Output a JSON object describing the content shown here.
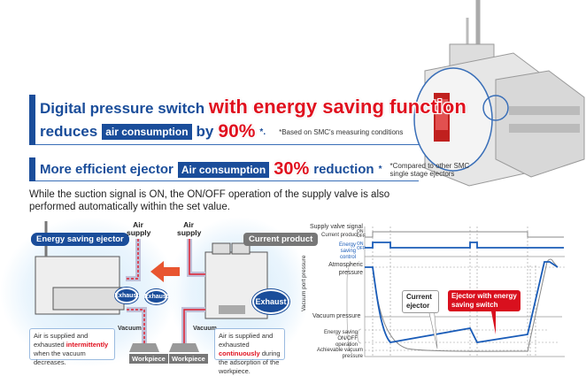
{
  "headline": {
    "line1_prefix": "Digital pressure switch",
    "line1_highlight": "with energy saving function",
    "line2_prefix": "reduces",
    "line2_pill": "air consumption",
    "line2_by": "by",
    "line2_value": "90%",
    "line2_asterisk": "*.",
    "line2_note": "*Based on SMC's measuring conditions"
  },
  "ejector_banner": {
    "prefix": "More efficient ejector",
    "pill": "Air consumption",
    "value": "30%",
    "suffix": "reduction",
    "asterisk": "*",
    "note_line1": "*Compared to other SMC",
    "note_line2": "single stage ejectors"
  },
  "description": "While the suction signal is ON, the ON/OFF operation of the supply valve is also performed automatically within the set value.",
  "diagram": {
    "energy_tag": "Energy saving ejector",
    "current_tag": "Current product",
    "air_supply_left": "Air supply",
    "air_supply_right": "Air supply",
    "exhaust": "Exhaust",
    "vacuum": "Vacuum",
    "workpiece": "Workpiece",
    "energy_note_a": "Air is supplied and exhausted ",
    "energy_note_red": "intermittently",
    "energy_note_b": " when the vacuum decreases.",
    "current_note_a": "Air is supplied and exhausted ",
    "current_note_red": "continuously",
    "current_note_b": " during the adsorption of the workpiece."
  },
  "timing_chart": {
    "supply_valve_signal": "Supply valve signal",
    "current_product": "Current product",
    "energy_saving_control": "Energy saving control",
    "on": "ON",
    "off": "OFF",
    "y_axis": "Vacuum port pressure",
    "atmospheric": "Atmospheric pressure",
    "vacuum_pressure": "Vacuum pressure",
    "energy_saving_onoff": "Energy saving ON/OFF operation",
    "achievable": "Achievable vacuum pressure",
    "callout_current": "Current ejector",
    "callout_energy": "Ejector with energy saving switch",
    "colors": {
      "energy": "#1a5cb8",
      "current": "#888888",
      "callout_red": "#d9101e"
    }
  }
}
